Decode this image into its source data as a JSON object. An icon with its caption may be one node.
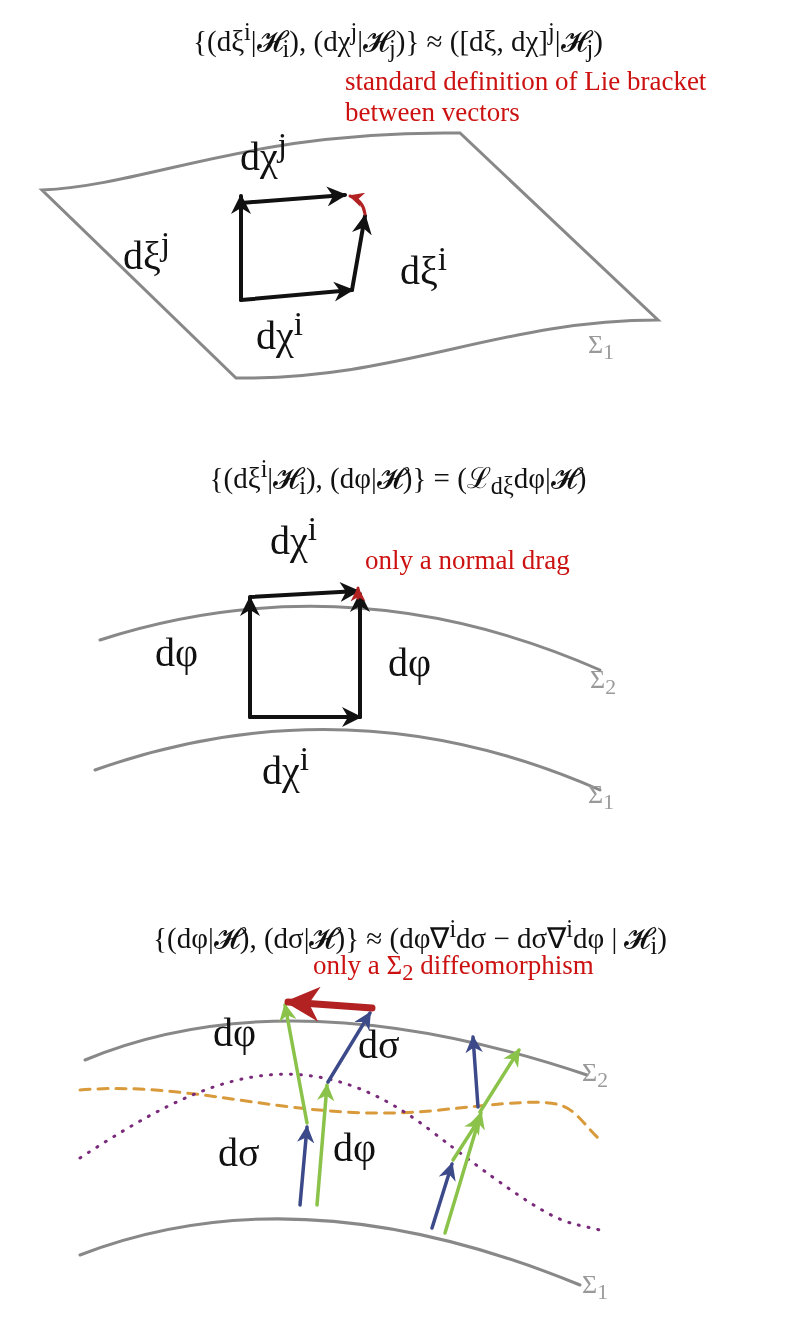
{
  "diagram": {
    "labels": [
      "{(dξ$^{i}$|𝓗$_{i}$), (dχ$^{j}$|𝓗$_{j}$)} ≈ ([dξ, dχ]$^{j}$|𝓗$_{j}$)",
      "standard definition of Lie bracket between vectors",
      "dχ$^{j}$",
      "dξ$^{j}$",
      "dξ$^{i}$",
      "dχ$^{i}$",
      "Σ$_{1}$",
      "{(dξ$^{i}$|𝓗$_{i}$), (dφ|𝓗)} = (ℒ$_{dξ}$dφ|𝓗)",
      "dχ$^{i}$",
      "only a normal drag",
      "dφ",
      "dφ",
      "Σ$_{2}$",
      "dχ$^{i}$",
      "Σ$_{1}$",
      "{(dφ|𝓗), (dσ|𝓗)} ≈ (dφ∇$^{i}$dσ − dσ∇$^{i}$dφ | 𝓗$_{i}$)",
      "only a Σ$_{2}$ diffeomorphism",
      "dφ",
      "dσ",
      "Σ$_{2}$",
      "dσ",
      "dφ",
      "Σ$_{1}$"
    ]
  }
}
